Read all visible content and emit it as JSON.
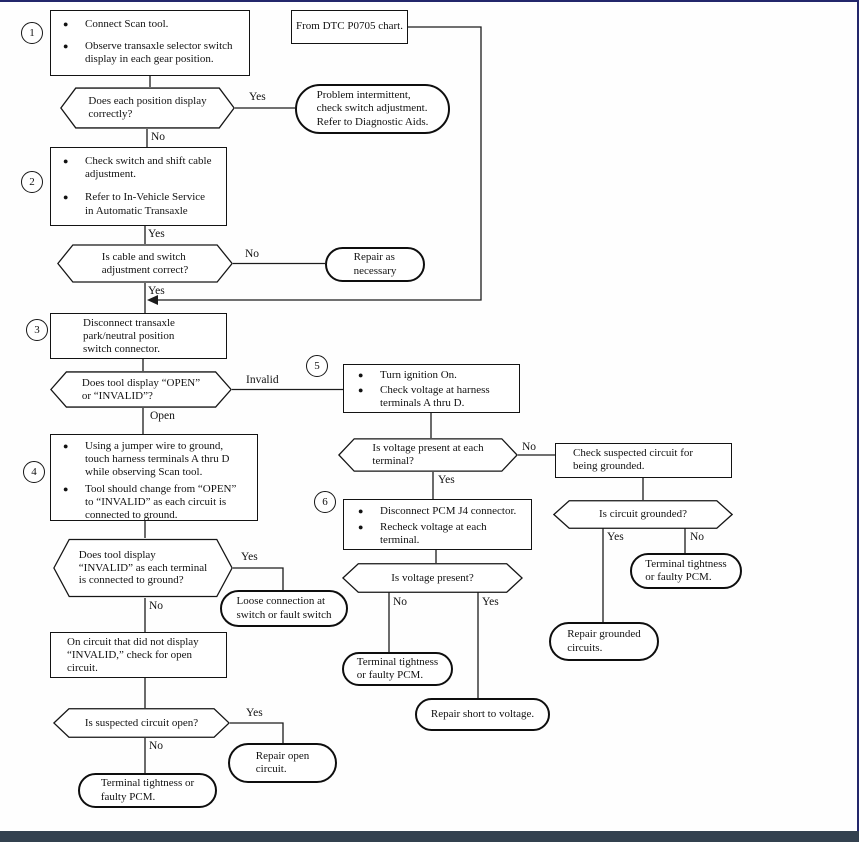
{
  "page": {
    "top_border_color": "#23276b",
    "right_border_color": "#23276b",
    "bottom_bar_color": "#33414f",
    "line_color": "#1c1c1c"
  },
  "glyphs": {
    "bullet": "●"
  },
  "labels": {
    "yes": "Yes",
    "no": "No",
    "open": "Open",
    "invalid": "Invalid"
  },
  "steps": {
    "s1": "1",
    "s2": "2",
    "s3": "3",
    "s4": "4",
    "s5": "5",
    "s6": "6"
  },
  "nodes": {
    "box1": {
      "bullets": [
        "Connect Scan tool.",
        "Observe transaxle selector switch\ndisplay in each gear position."
      ]
    },
    "from_dtc": "From DTC P0705 chart.",
    "hex1": "Does each position display\ncorrectly?",
    "oval_problem_intermittent": "Problem intermittent,\ncheck switch adjustment.\nRefer to Diagnostic Aids.",
    "box2": {
      "bullets": [
        "Check switch and shift cable\nadjustment.",
        "Refer to In-Vehicle Service\nin  Automatic Transaxle"
      ]
    },
    "hex2": "Is cable and switch\nadjustment correct?",
    "oval_repair_necessary": "Repair as\nnecessary",
    "box3": "Disconnect transaxle\npark/neutral position\nswitch connector.",
    "hex3": "Does tool display “OPEN”\nor “INVALID”?",
    "box5": {
      "bullets": [
        "Turn ignition On.",
        "Check voltage at harness\nterminals A thru D."
      ]
    },
    "hex5": "Is voltage present at each\nterminal?",
    "box_grounded": "Check  suspected  circuit  for\nbeing grounded.",
    "hex_grounded": "Is circuit grounded?",
    "oval_tt_right": "Terminal tightness\nor faulty PCM.",
    "oval_repair_grounded": "Repair grounded\ncircuits.",
    "box4": {
      "bullets": [
        "Using a jumper wire to ground,\ntouch harness terminals A thru D\nwhile observing Scan tool.",
        "Tool should change from “OPEN”\nto “INVALID” as each circuit is\nconnected to ground."
      ]
    },
    "hex4": "Does tool display\n“INVALID” as each terminal\nis connected to ground?",
    "oval_loose_connection": "Loose  connection  at\nswitch or fault switch",
    "box6": {
      "bullets": [
        "Disconnect PCM J4 connector.",
        "Recheck voltage at each\nterminal."
      ]
    },
    "hex6": "Is voltage present?",
    "oval_tt_mid": "Terminal tightness\nor faulty PCM.",
    "oval_repair_short": "Repair short to voltage.",
    "box_open_circuit": "On circuit that did not display\n“INVALID,”  check  for  open\ncircuit.",
    "hex_open": "Is suspected circuit open?",
    "oval_repair_open": "Repair  open\ncircuit.",
    "oval_tt_left": "Terminal tightness or\nfaulty PCM."
  }
}
